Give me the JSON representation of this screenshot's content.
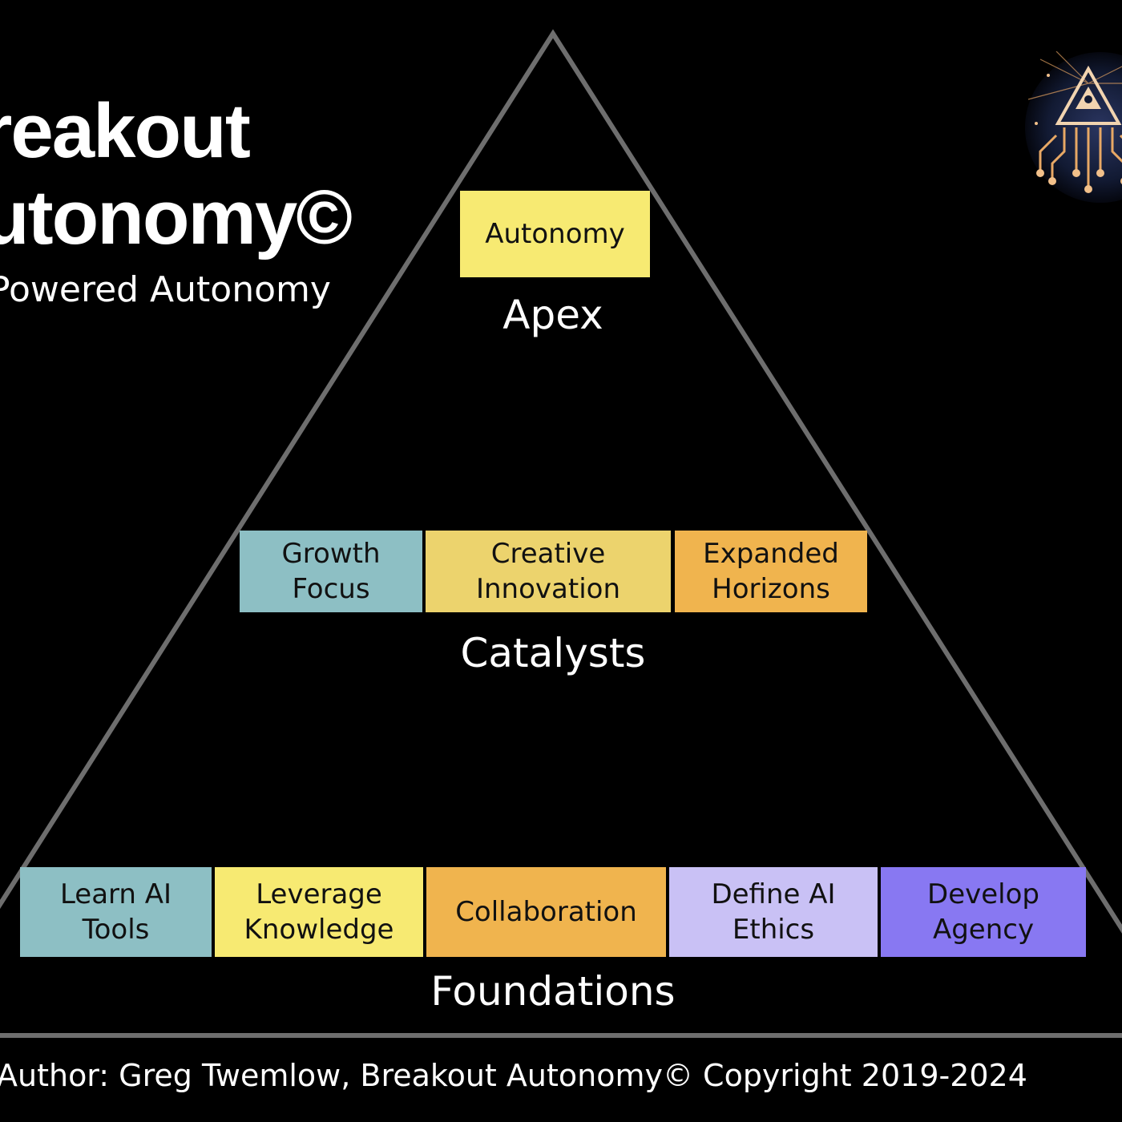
{
  "header": {
    "title_line1": "reakout",
    "title_line2": "utonomy©",
    "subtitle": "Powered Autonomy"
  },
  "pyramid": {
    "outline_color": "#6e6e6e",
    "levels": [
      {
        "id": "apex",
        "label": "Apex",
        "boxes": [
          {
            "text": "Autonomy",
            "color": "#f7ea72"
          }
        ]
      },
      {
        "id": "catalysts",
        "label": "Catalysts",
        "boxes": [
          {
            "text": "Growth\nFocus",
            "color": "#8dbfc4"
          },
          {
            "text": "Creative\nInnovation",
            "color": "#ecd36d"
          },
          {
            "text": "Expanded\nHorizons",
            "color": "#f0b44e"
          }
        ]
      },
      {
        "id": "foundations",
        "label": "Foundations",
        "boxes": [
          {
            "text": "Learn AI\nTools",
            "color": "#8dbfc4"
          },
          {
            "text": "Leverage\nKnowledge",
            "color": "#f7ea72"
          },
          {
            "text": "Collaboration",
            "color": "#f0b44e"
          },
          {
            "text": "Define AI\nEthics",
            "color": "#c9c1f5"
          },
          {
            "text": "Develop\nAgency",
            "color": "#8878f2"
          }
        ]
      }
    ]
  },
  "logo": {
    "icon": "pyramid-circuit-logo-icon"
  },
  "footer": {
    "text": "Author: Greg Twemlow, Breakout Autonomy© Copyright 2019-2024"
  }
}
